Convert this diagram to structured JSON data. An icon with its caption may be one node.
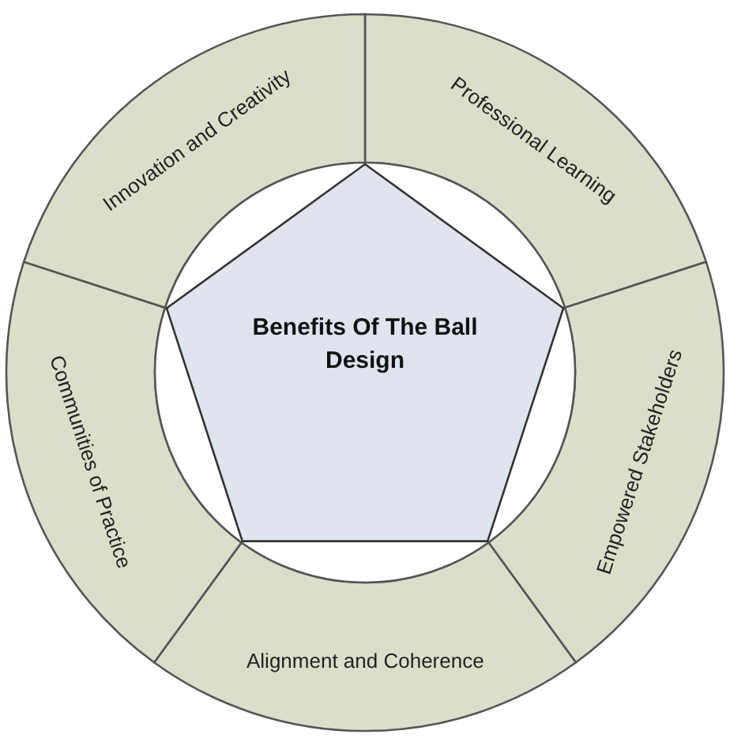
{
  "diagram": {
    "nodes": [
      {
        "text": [
          "Benefits Of The Ball Design"
        ]
      },
      {
        "text": [
          "Professional Learning"
        ]
      },
      {
        "text": [
          "Empowered Stakeholders"
        ]
      },
      {
        "text": [
          "Alignment and Coherence"
        ]
      },
      {
        "text": [
          "Communities of Practice"
        ]
      },
      {
        "text": [
          "Innovation and Creativity"
        ]
      }
    ]
  }
}
